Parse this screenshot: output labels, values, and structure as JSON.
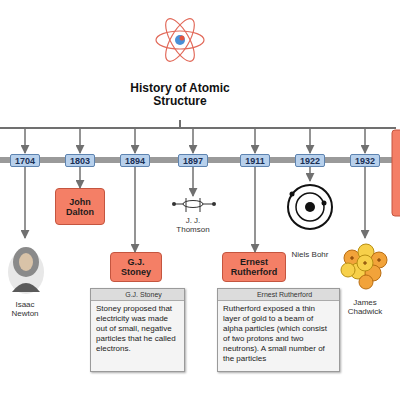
{
  "diagram": {
    "title": "History of Atomic Structure",
    "nodes": [
      {
        "text": [
          "1704"
        ]
      },
      {
        "text": [
          "1803"
        ]
      },
      {
        "text": [
          "1894"
        ]
      },
      {
        "text": [
          "1897"
        ]
      },
      {
        "text": [
          "1911"
        ]
      },
      {
        "text": [
          "1922"
        ]
      },
      {
        "text": [
          "1932"
        ]
      },
      {
        "text": [
          "Isaac Newton"
        ]
      },
      {
        "text": [
          "John Dalton"
        ]
      },
      {
        "text": [
          "G.J. Stoney"
        ]
      },
      {
        "text": [
          "J. J. Thomson"
        ]
      },
      {
        "text": [
          "Ernest Rutherford"
        ]
      },
      {
        "text": [
          "Niels Bohr"
        ]
      },
      {
        "text": [
          "James Chadwick"
        ]
      },
      {
        "text": [
          "G.J. Stoney",
          "Stoney proposed that electricity was made out of small, negative particles that he called electrons."
        ]
      },
      {
        "text": [
          "Ernest Rutherford",
          "Rutherford exposed a thin layer of gold to a beam of alpha particles (which consist of two protons and two neutrons). A small number of the particles"
        ]
      }
    ],
    "edges": [
      {
        "from": 0,
        "to": 7,
        "arrow": "to"
      },
      {
        "from": 1,
        "to": 8,
        "arrow": "to"
      },
      {
        "from": 2,
        "to": 9,
        "arrow": "to"
      },
      {
        "from": 3,
        "to": 10,
        "arrow": "to"
      },
      {
        "from": 4,
        "to": 11,
        "arrow": "to"
      },
      {
        "from": 5,
        "to": 12,
        "arrow": "to"
      },
      {
        "from": 6,
        "to": 13,
        "arrow": "to"
      }
    ]
  }
}
